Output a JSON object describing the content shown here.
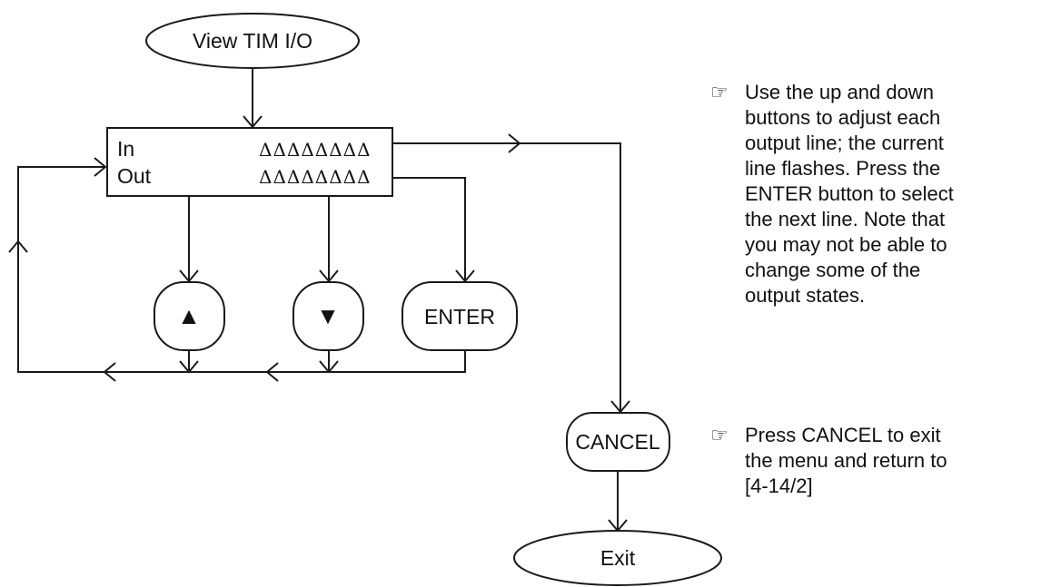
{
  "start_label": "View TIM I/O",
  "display": {
    "row1_label": "In",
    "row1_value": "ΔΔΔΔΔΔΔΔ",
    "row2_label": "Out",
    "row2_value": "ΔΔΔΔΔΔΔΔ"
  },
  "buttons": {
    "up_symbol": "▲",
    "down_symbol": "▼",
    "enter_label": "ENTER",
    "cancel_label": "CANCEL"
  },
  "end_label": "Exit",
  "notes": {
    "icon_name": "pointing-hand-icon",
    "icon_glyph": "☞",
    "note1": "Use the up and down\nbuttons to adjust each\noutput line; the current\nline flashes.  Press the\nENTER button to select\nthe next line.  Note that\nyou may not be able to\nchange some of the\noutput states.",
    "note2": "Press CANCEL to exit\nthe menu and return to\n[4-14/2]"
  }
}
